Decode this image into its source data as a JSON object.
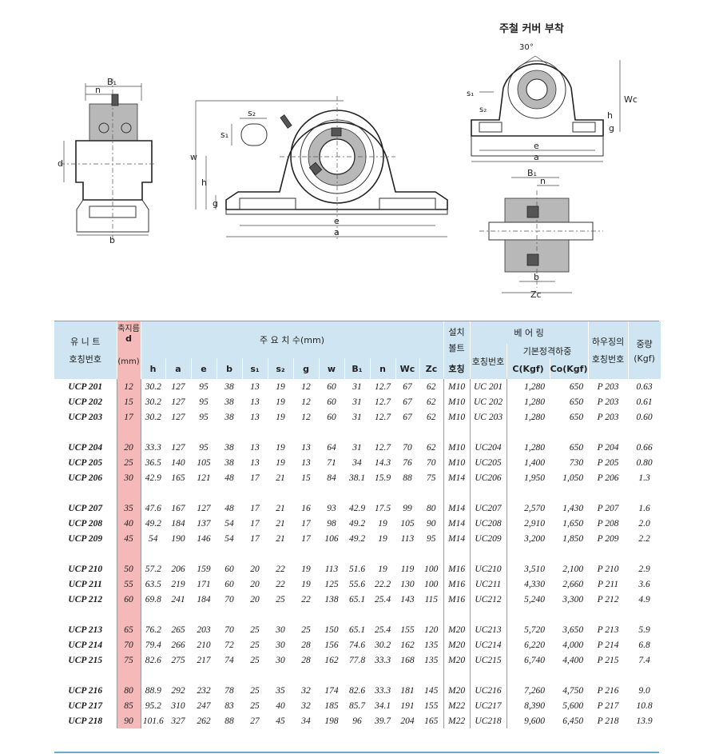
{
  "title": "주철 커버 부착",
  "drawing_labels": {
    "front_B1": "B₁",
    "front_n": "n",
    "front_d": "d",
    "front_b": "b",
    "main_s2": "s₂",
    "main_s1": "s₁",
    "main_w": "w",
    "main_h": "h",
    "main_g": "g",
    "main_e": "e",
    "main_a": "a",
    "cover_angle": "30°",
    "cover_s1": "s₁",
    "cover_s2": "s₂",
    "cover_Wc": "Wc",
    "cover_h": "h",
    "cover_g": "g",
    "cover_e": "e",
    "cover_a": "a",
    "section_B1": "B₁",
    "section_n": "n",
    "section_b": "b",
    "section_Zc": "Zc"
  },
  "header": {
    "unit_line1": "유 니 트",
    "unit_line2": "호칭번호",
    "shaft_line1": "축지름",
    "shaft_line2": "d",
    "shaft_line3": "(mm)",
    "main_dims": "주   요   치   수(mm)",
    "bolt_line1": "설치",
    "bolt_line2": "볼트",
    "bolt_line3": "호칭",
    "bearing": "베  어  링",
    "bearing_no": "호칭번호",
    "basic_load": "기본정격하중",
    "C": "C(Kgf)",
    "Co": "Co(Kgf)",
    "housing_line1": "하우징의",
    "housing_line2": "호칭번호",
    "weight_line1": "중량",
    "weight_line2": "(Kgf)",
    "cols": [
      "h",
      "a",
      "e",
      "b",
      "s₁",
      "s₂",
      "g",
      "w",
      "B₁",
      "n",
      "Wc",
      "Zc"
    ]
  },
  "rows": [
    [
      "UCP 201",
      "12",
      "30.2",
      "127",
      "95",
      "38",
      "13",
      "19",
      "12",
      "60",
      "31",
      "12.7",
      "67",
      "62",
      "M10",
      "UC 201",
      "1,280",
      "650",
      "P 203",
      "0.63"
    ],
    [
      "UCP 202",
      "15",
      "30.2",
      "127",
      "95",
      "38",
      "13",
      "19",
      "12",
      "60",
      "31",
      "12.7",
      "67",
      "62",
      "M10",
      "UC 202",
      "1,280",
      "650",
      "P 203",
      "0.61"
    ],
    [
      "UCP 203",
      "17",
      "30.2",
      "127",
      "95",
      "38",
      "13",
      "19",
      "12",
      "60",
      "31",
      "12.7",
      "67",
      "62",
      "M10",
      "UC 203",
      "1,280",
      "650",
      "P 203",
      "0.60"
    ],
    [
      "UCP 204",
      "20",
      "33.3",
      "127",
      "95",
      "38",
      "13",
      "19",
      "13",
      "64",
      "31",
      "12.7",
      "70",
      "62",
      "M10",
      "UC204",
      "1,280",
      "650",
      "P 204",
      "0.66"
    ],
    [
      "UCP 205",
      "25",
      "36.5",
      "140",
      "105",
      "38",
      "13",
      "19",
      "13",
      "71",
      "34",
      "14.3",
      "76",
      "70",
      "M10",
      "UC205",
      "1,400",
      "730",
      "P 205",
      "0.80"
    ],
    [
      "UCP 206",
      "30",
      "42.9",
      "165",
      "121",
      "48",
      "17",
      "21",
      "15",
      "84",
      "38.1",
      "15.9",
      "88",
      "75",
      "M14",
      "UC206",
      "1,950",
      "1,050",
      "P 206",
      "1.3"
    ],
    [
      "UCP 207",
      "35",
      "47.6",
      "167",
      "127",
      "48",
      "17",
      "21",
      "16",
      "93",
      "42.9",
      "17.5",
      "99",
      "80",
      "M14",
      "UC207",
      "2,570",
      "1,430",
      "P 207",
      "1.6"
    ],
    [
      "UCP 208",
      "40",
      "49.2",
      "184",
      "137",
      "54",
      "17",
      "21",
      "17",
      "98",
      "49.2",
      "19",
      "105",
      "90",
      "M14",
      "UC208",
      "2,910",
      "1,650",
      "P 208",
      "2.0"
    ],
    [
      "UCP 209",
      "45",
      "54",
      "190",
      "146",
      "54",
      "17",
      "21",
      "17",
      "106",
      "49.2",
      "19",
      "113",
      "95",
      "M14",
      "UC209",
      "3,200",
      "1,850",
      "P 209",
      "2.2"
    ],
    [
      "UCP 210",
      "50",
      "57.2",
      "206",
      "159",
      "60",
      "20",
      "22",
      "19",
      "113",
      "51.6",
      "19",
      "119",
      "100",
      "M16",
      "UC210",
      "3,510",
      "2,100",
      "P 210",
      "2.9"
    ],
    [
      "UCP 211",
      "55",
      "63.5",
      "219",
      "171",
      "60",
      "20",
      "22",
      "19",
      "125",
      "55.6",
      "22.2",
      "130",
      "100",
      "M16",
      "UC211",
      "4,330",
      "2,660",
      "P 211",
      "3.6"
    ],
    [
      "UCP 212",
      "60",
      "69.8",
      "241",
      "184",
      "70",
      "20",
      "25",
      "22",
      "138",
      "65.1",
      "25.4",
      "143",
      "115",
      "M16",
      "UC212",
      "5,240",
      "3,300",
      "P 212",
      "4.9"
    ],
    [
      "UCP 213",
      "65",
      "76.2",
      "265",
      "203",
      "70",
      "25",
      "30",
      "25",
      "150",
      "65.1",
      "25.4",
      "155",
      "120",
      "M20",
      "UC213",
      "5,720",
      "3,650",
      "P 213",
      "5.9"
    ],
    [
      "UCP 214",
      "70",
      "79.4",
      "266",
      "210",
      "72",
      "25",
      "30",
      "28",
      "156",
      "74.6",
      "30.2",
      "162",
      "135",
      "M20",
      "UC214",
      "6,220",
      "4,000",
      "P 214",
      "6.8"
    ],
    [
      "UCP 215",
      "75",
      "82.6",
      "275",
      "217",
      "74",
      "25",
      "30",
      "28",
      "162",
      "77.8",
      "33.3",
      "168",
      "135",
      "M20",
      "UC215",
      "6,740",
      "4,400",
      "P 215",
      "7.4"
    ],
    [
      "UCP 216",
      "80",
      "88.9",
      "292",
      "232",
      "78",
      "25",
      "35",
      "32",
      "174",
      "82.6",
      "33.3",
      "181",
      "145",
      "M20",
      "UC216",
      "7,260",
      "4,750",
      "P 216",
      "9.0"
    ],
    [
      "UCP 217",
      "85",
      "95.2",
      "310",
      "247",
      "83",
      "25",
      "40",
      "32",
      "185",
      "85.7",
      "34.1",
      "191",
      "155",
      "M22",
      "UC217",
      "8,390",
      "5,600",
      "P 217",
      "10.8"
    ],
    [
      "UCP 218",
      "90",
      "101.6",
      "327",
      "262",
      "88",
      "27",
      "45",
      "34",
      "198",
      "96",
      "39.7",
      "204",
      "165",
      "M22",
      "UC218",
      "9,600",
      "6,450",
      "P 218",
      "13.9"
    ]
  ]
}
